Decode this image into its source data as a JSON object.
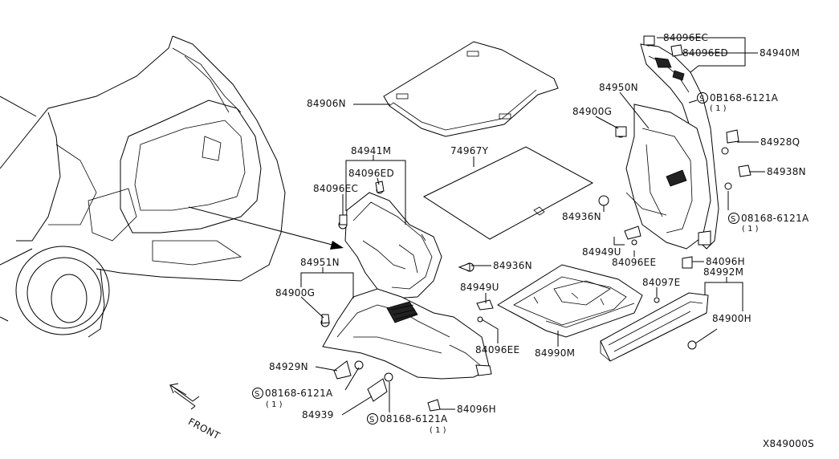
{
  "diagram": {
    "code": "X849000S",
    "front_label": "FRONT",
    "parts": {
      "p84906N": "84906N",
      "p74967Y": "74967Y",
      "p84941M": "84941M",
      "p84096ED_l": "84096ED",
      "p84096EC_l": "84096EC",
      "p84951N": "84951N",
      "p84900G_l": "84900G",
      "p84929N": "84929N",
      "p08168_a": "08168-6121A",
      "p08168_a_qty": "( 1 )",
      "p84939": "84939",
      "p08168_b": "08168-6121A",
      "p08168_b_qty": "( 1 )",
      "p84096H_l": "84096H",
      "p84936N_l": "84936N",
      "p84949U_l": "84949U",
      "p84096EE_l": "84096EE",
      "p84990M": "84990M",
      "p84096EC_r": "84096EC",
      "p84096ED_r": "84096ED",
      "p84940M": "84940M",
      "p84950N": "84950N",
      "p84900G_r": "84900G",
      "p08168_c": "0B168-6121A",
      "p08168_c_qty": "( 1 )",
      "p84928Q": "84928Q",
      "p84938N": "84938N",
      "p84936N_r": "84936N",
      "p08168_d": "08168-6121A",
      "p08168_d_qty": "( 1 )",
      "p84949U_r": "84949U",
      "p84096EE_r": "84096EE",
      "p84096H_r": "84096H",
      "p84097E": "84097E",
      "p84992M": "84992M",
      "p84900H": "84900H"
    }
  }
}
